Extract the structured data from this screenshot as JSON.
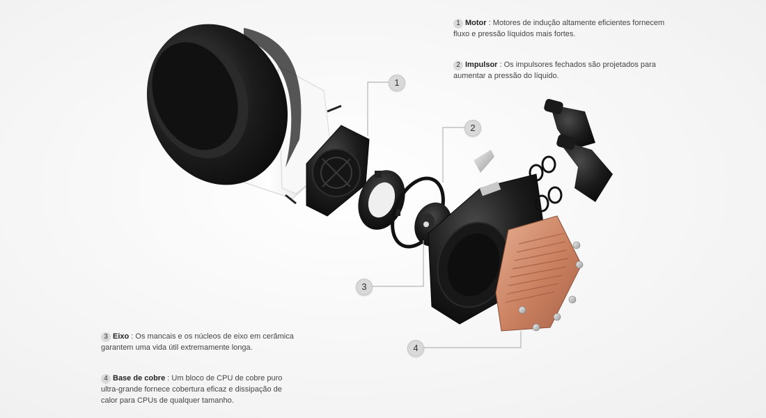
{
  "callouts": [
    {
      "number": "1"
    },
    {
      "number": "2"
    },
    {
      "number": "3"
    },
    {
      "number": "4"
    }
  ],
  "notes": [
    {
      "number": "1",
      "title": "Motor",
      "sep": " : ",
      "text": "Motores de indução altamente eficientes fornecem fluxo e pressão líquidos mais fortes."
    },
    {
      "number": "2",
      "title": "Impulsor",
      "sep": " : ",
      "text": "Os impulsores fechados são projetados para aumentar a pressão do líquido."
    },
    {
      "number": "3",
      "title": "Eixo",
      "sep": " : ",
      "text": "Os mancais e os núcleos de eixo em cerâmica garantem uma vida útil extremamente longa."
    },
    {
      "number": "4",
      "title": "Base de cobre",
      "sep": " : ",
      "text": "Um bloco de CPU de cobre puro ultra-grande fornece cobertura eficaz e dissipação de calor para CPUs de qualquer tamanho."
    }
  ],
  "colors": {
    "part_black": "#1c1c1c",
    "part_white": "#f4f4f4",
    "copper": "#d08a6a",
    "leader_line": "#b5b5b5"
  }
}
